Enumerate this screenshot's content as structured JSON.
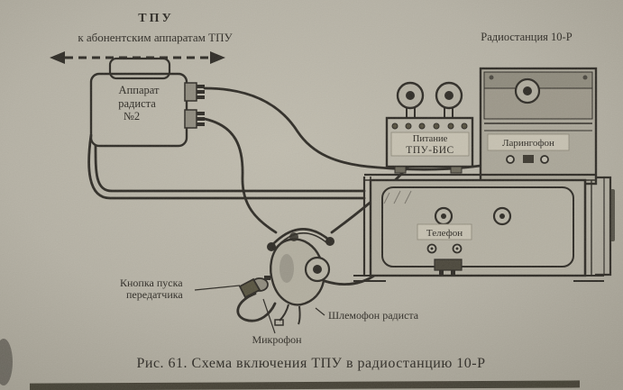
{
  "caption": "Рис. 61. Схема включения ТПУ в радиостанцию 10-Р",
  "diagram": {
    "tpu_title": "ТПУ",
    "tpu_subtitle": "к абонентским аппаратам ТПУ",
    "apparatus": [
      "Аппарат",
      "радиста",
      "№2"
    ],
    "radio_station": "Радиостанция 10-Р",
    "power": [
      "Питание",
      "ТПУ-БИС"
    ],
    "laryngophone": "Ларингофон",
    "telephone": "Телефон",
    "transmitter_button": [
      "Кнопка пуска",
      "передатчика"
    ],
    "helmet": "Шлемофон радиста",
    "microphone": "Микрофон"
  },
  "colors": {
    "paper": "#b6b2a5",
    "ink": "#2e2b25",
    "label_bg": "#c6c1b1"
  }
}
